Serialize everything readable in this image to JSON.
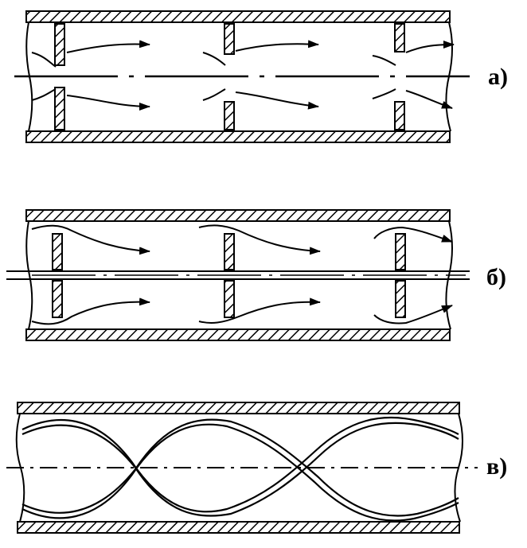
{
  "panels": [
    {
      "id": "a",
      "label": "а)",
      "type": "rings-in-tube"
    },
    {
      "id": "b",
      "label": "б)",
      "type": "discs-on-rod"
    },
    {
      "id": "c",
      "label": "в)",
      "type": "twisted-tape"
    }
  ],
  "colors": {
    "ink": "#000000",
    "paper": "#ffffff"
  }
}
